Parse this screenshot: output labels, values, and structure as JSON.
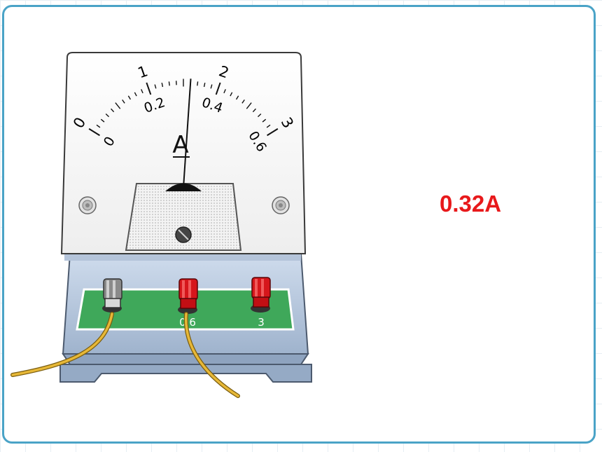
{
  "meter": {
    "unit_symbol": "A",
    "scale_upper": [
      "0",
      "1",
      "2",
      "3"
    ],
    "scale_lower": [
      "0",
      "0.2",
      "0.4",
      "0.6"
    ],
    "terminals": [
      "-",
      "0.6",
      "3"
    ],
    "selected_range": "0.6",
    "needle_value": 0.32
  },
  "answer": {
    "reading": "0.32A"
  },
  "colors": {
    "frame_border": "#4aa3c7",
    "answer_text": "#e8191b",
    "board_green": "#3fa85a",
    "terminal_red": "#d6161b",
    "wire": "#e7b837"
  }
}
